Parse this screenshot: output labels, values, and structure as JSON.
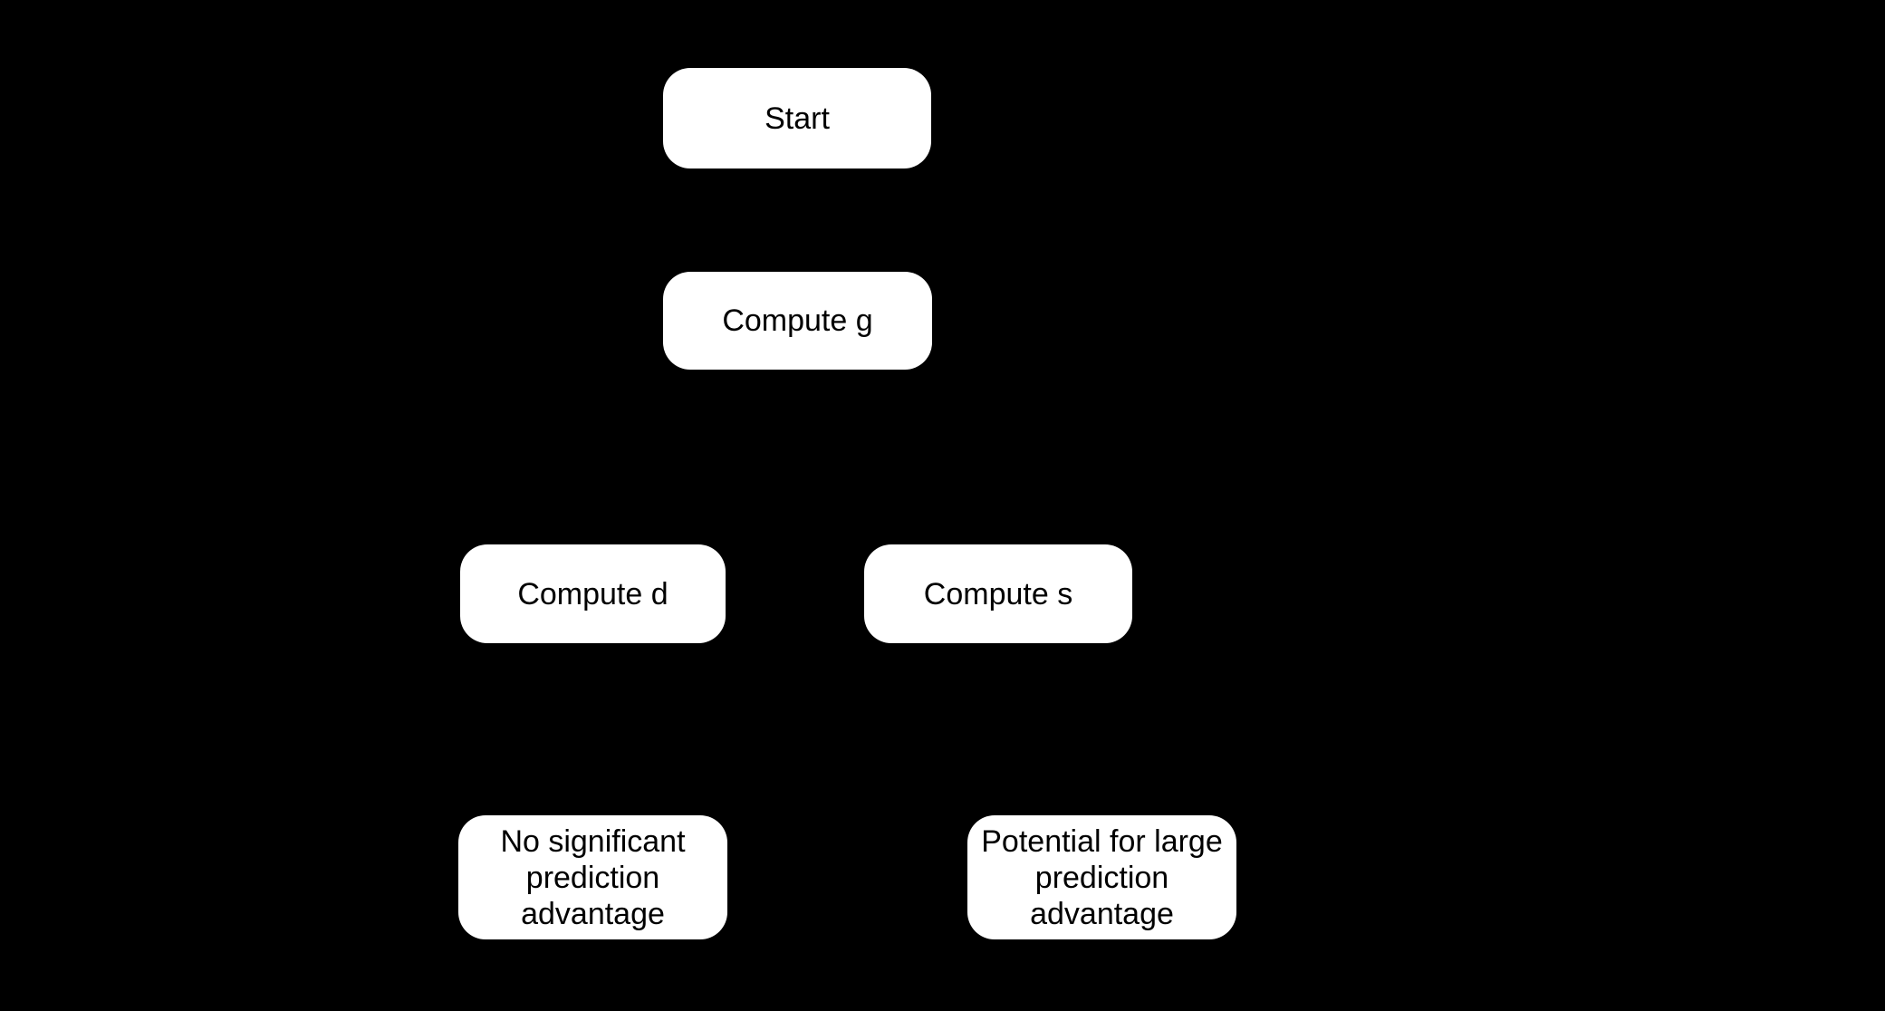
{
  "diagram": {
    "type": "flowchart",
    "background_color": "#000000",
    "node_fill_color": "#ffffff",
    "node_text_color": "#000000",
    "nodes": {
      "start": {
        "label": "Start"
      },
      "compute_g": {
        "label": "Compute g"
      },
      "compute_d": {
        "label": "Compute d"
      },
      "compute_s": {
        "label": "Compute s"
      },
      "no_advantage": {
        "label": "No significant prediction advantage"
      },
      "large_advantage": {
        "label": "Potential for large prediction advantage"
      }
    }
  }
}
